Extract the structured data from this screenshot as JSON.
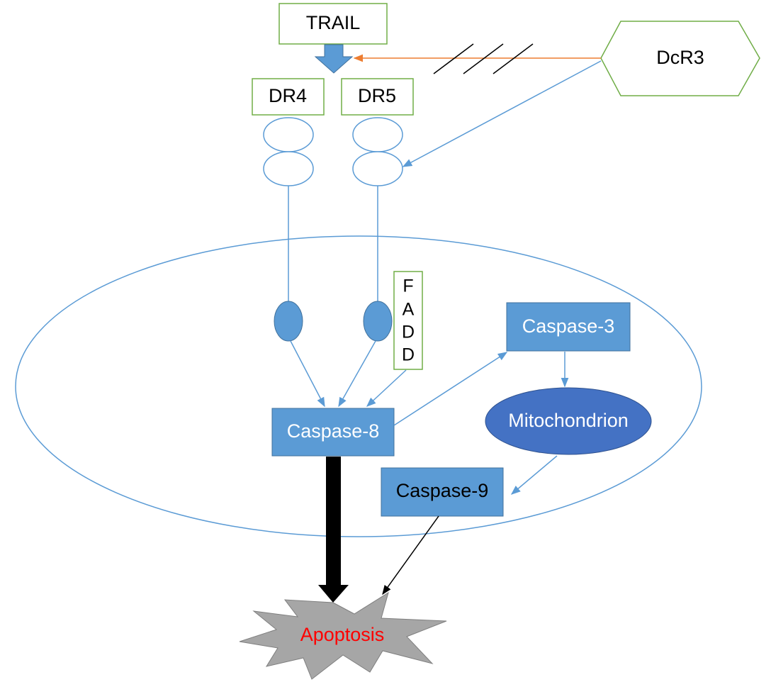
{
  "nodes": {
    "trail": "TRAIL",
    "dcr3": "DcR3",
    "dr4": "DR4",
    "dr5": "DR5",
    "fadd": [
      "F",
      "A",
      "D",
      "D"
    ],
    "caspase8": "Caspase-8",
    "caspase3": "Caspase-3",
    "caspase9": "Caspase-9",
    "mitochondrion": "Mitochondrion",
    "apoptosis": "Apoptosis"
  },
  "colors": {
    "green_border": "#70ad47",
    "blue_line": "#5b9bd5",
    "box_fill": "#5b9bd5",
    "box_border": "#41719c",
    "mito_fill": "#4472c4",
    "orange": "#ed7d31",
    "apoptosis_fill": "#a6a6a6",
    "apoptosis_text": "#ff0000",
    "black": "#000000"
  }
}
